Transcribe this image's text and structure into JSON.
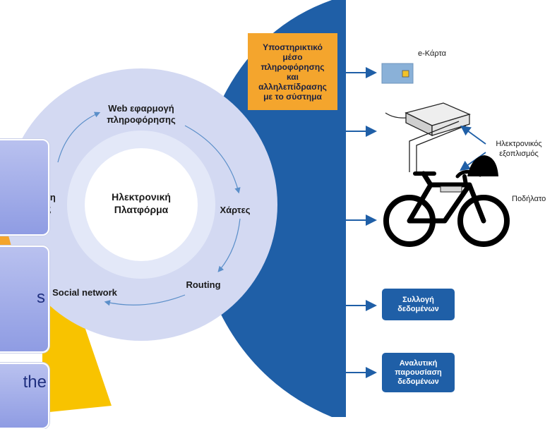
{
  "platform": {
    "center_label": "Ηλεκτρονική\nΠλατφόρμα",
    "ring_items": [
      "Web εφαρμογή\nπληροφόρησης",
      "Χάρτες",
      "Routing",
      "Social network"
    ],
    "partial_left_label": "ση\nις"
  },
  "support_box": {
    "label": "Υποστηρικτικό\nμέσο\nπληροφόρησης\nκαι\nαλληλεπίδρασης\nμε το σύστημα"
  },
  "devices": {
    "card_label": "e-Κάρτα",
    "equipment_label": "Ηλεκτρονικός\nεξοπλισμός",
    "bicycle_label": "Ποδήλατο"
  },
  "outputs": {
    "data_collection": "Συλλογή\nδεδομένων",
    "data_analysis": "Αναλυτική\nπαρουσίαση\nδεδομένων"
  },
  "side_panel": {
    "box2_text": "s",
    "box3_text": "the"
  },
  "colors": {
    "blue": "#1f5fa7",
    "ring": "#d3d9f2",
    "orange": "#f4a52d",
    "yellow": "#f8c300",
    "side_box": "#9aa6e6"
  }
}
